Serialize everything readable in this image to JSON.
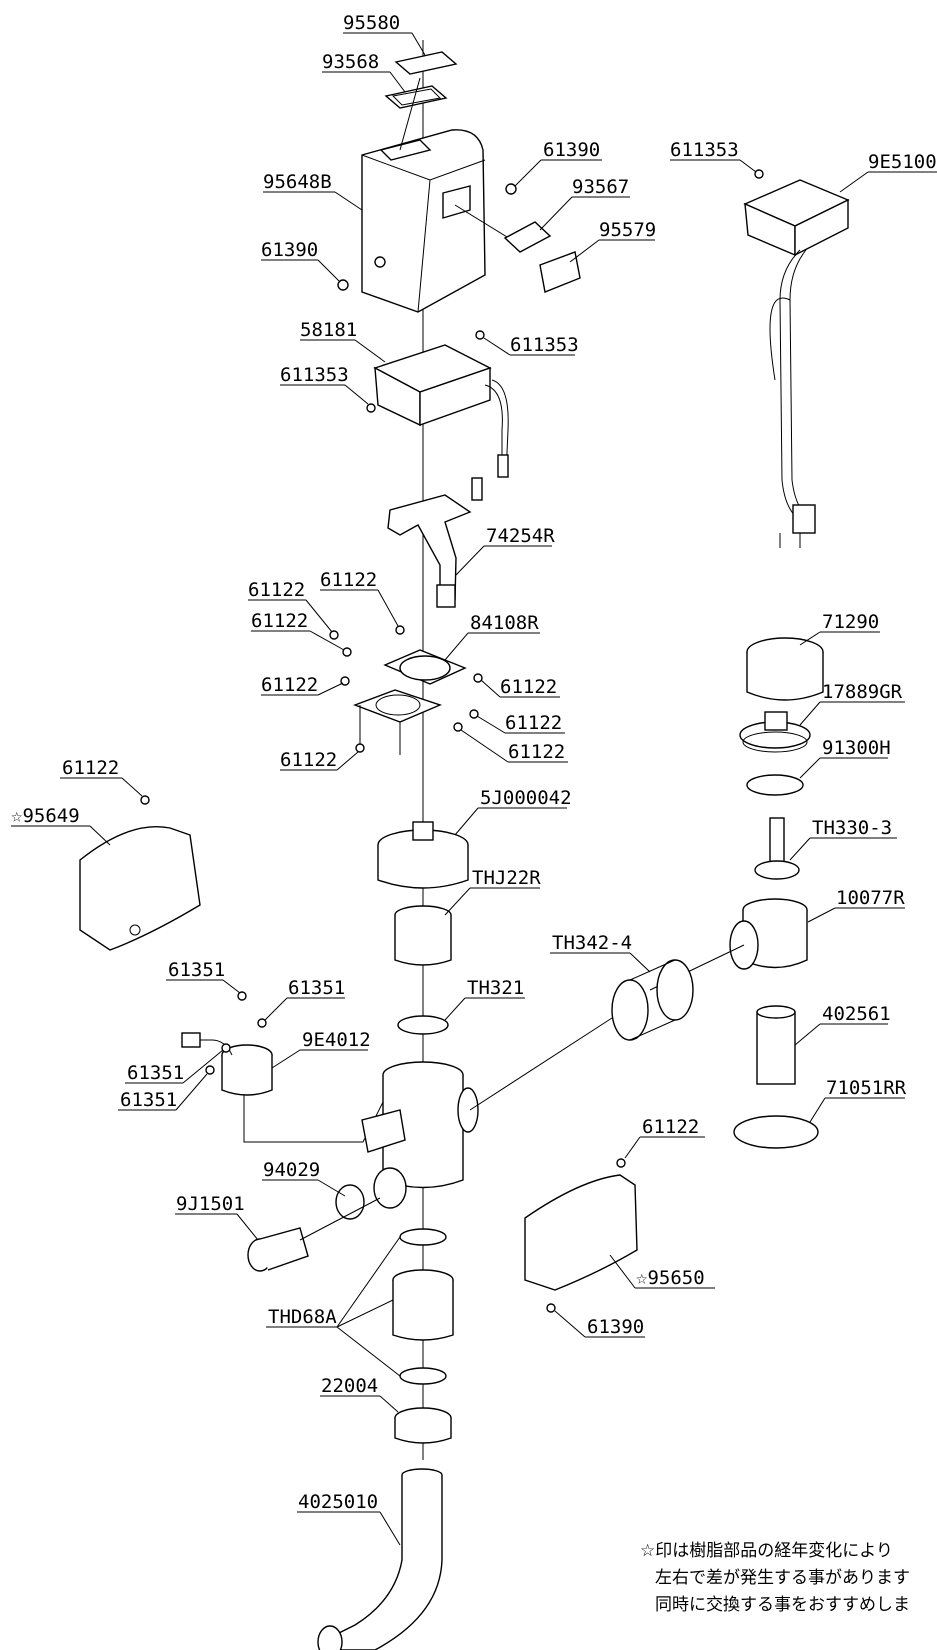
{
  "callouts": [
    {
      "id": "95580",
      "label": "95580"
    },
    {
      "id": "93568",
      "label": "93568"
    },
    {
      "id": "95648B",
      "label": "95648B"
    },
    {
      "id": "61390-a",
      "label": "61390"
    },
    {
      "id": "61390-b",
      "label": "61390"
    },
    {
      "id": "93567",
      "label": "93567"
    },
    {
      "id": "95579",
      "label": "95579"
    },
    {
      "id": "611353-a",
      "label": "611353"
    },
    {
      "id": "9E5100",
      "label": "9E5100"
    },
    {
      "id": "58181",
      "label": "58181"
    },
    {
      "id": "611353-b",
      "label": "611353"
    },
    {
      "id": "611353-c",
      "label": "611353"
    },
    {
      "id": "74254R",
      "label": "74254R"
    },
    {
      "id": "61122-a",
      "label": "61122"
    },
    {
      "id": "61122-b",
      "label": "61122"
    },
    {
      "id": "61122-c",
      "label": "61122"
    },
    {
      "id": "84108R",
      "label": "84108R"
    },
    {
      "id": "61122-d",
      "label": "61122"
    },
    {
      "id": "61122-e",
      "label": "61122"
    },
    {
      "id": "61122-f",
      "label": "61122"
    },
    {
      "id": "61122-g",
      "label": "61122"
    },
    {
      "id": "61122-h",
      "label": "61122"
    },
    {
      "id": "71290",
      "label": "71290"
    },
    {
      "id": "17889GR",
      "label": "17889GR"
    },
    {
      "id": "91300H",
      "label": "91300H"
    },
    {
      "id": "61122-i",
      "label": "61122"
    },
    {
      "id": "95649",
      "label": "☆95649"
    },
    {
      "id": "5J000042",
      "label": "5J000042"
    },
    {
      "id": "TH330-3",
      "label": "TH330-3"
    },
    {
      "id": "THJ22R",
      "label": "THJ22R"
    },
    {
      "id": "10077R",
      "label": "10077R"
    },
    {
      "id": "TH342-4",
      "label": "TH342-4"
    },
    {
      "id": "61351-a",
      "label": "61351"
    },
    {
      "id": "61351-b",
      "label": "61351"
    },
    {
      "id": "TH321",
      "label": "TH321"
    },
    {
      "id": "402561",
      "label": "402561"
    },
    {
      "id": "9E4012",
      "label": "9E4012"
    },
    {
      "id": "61351-c",
      "label": "61351"
    },
    {
      "id": "61351-d",
      "label": "61351"
    },
    {
      "id": "71051RR",
      "label": "71051RR"
    },
    {
      "id": "61122-j",
      "label": "61122"
    },
    {
      "id": "94029",
      "label": "94029"
    },
    {
      "id": "9J1501",
      "label": "9J1501"
    },
    {
      "id": "95650",
      "label": "☆95650"
    },
    {
      "id": "THD68A",
      "label": "THD68A"
    },
    {
      "id": "61390-c",
      "label": "61390"
    },
    {
      "id": "22004",
      "label": "22004"
    },
    {
      "id": "4025010",
      "label": "4025010"
    }
  ],
  "note": {
    "line1": "☆印は樹脂部品の経年変化により",
    "line2": "左右で差が発生する事があります",
    "line3": "同時に交換する事をおすすめしま"
  }
}
